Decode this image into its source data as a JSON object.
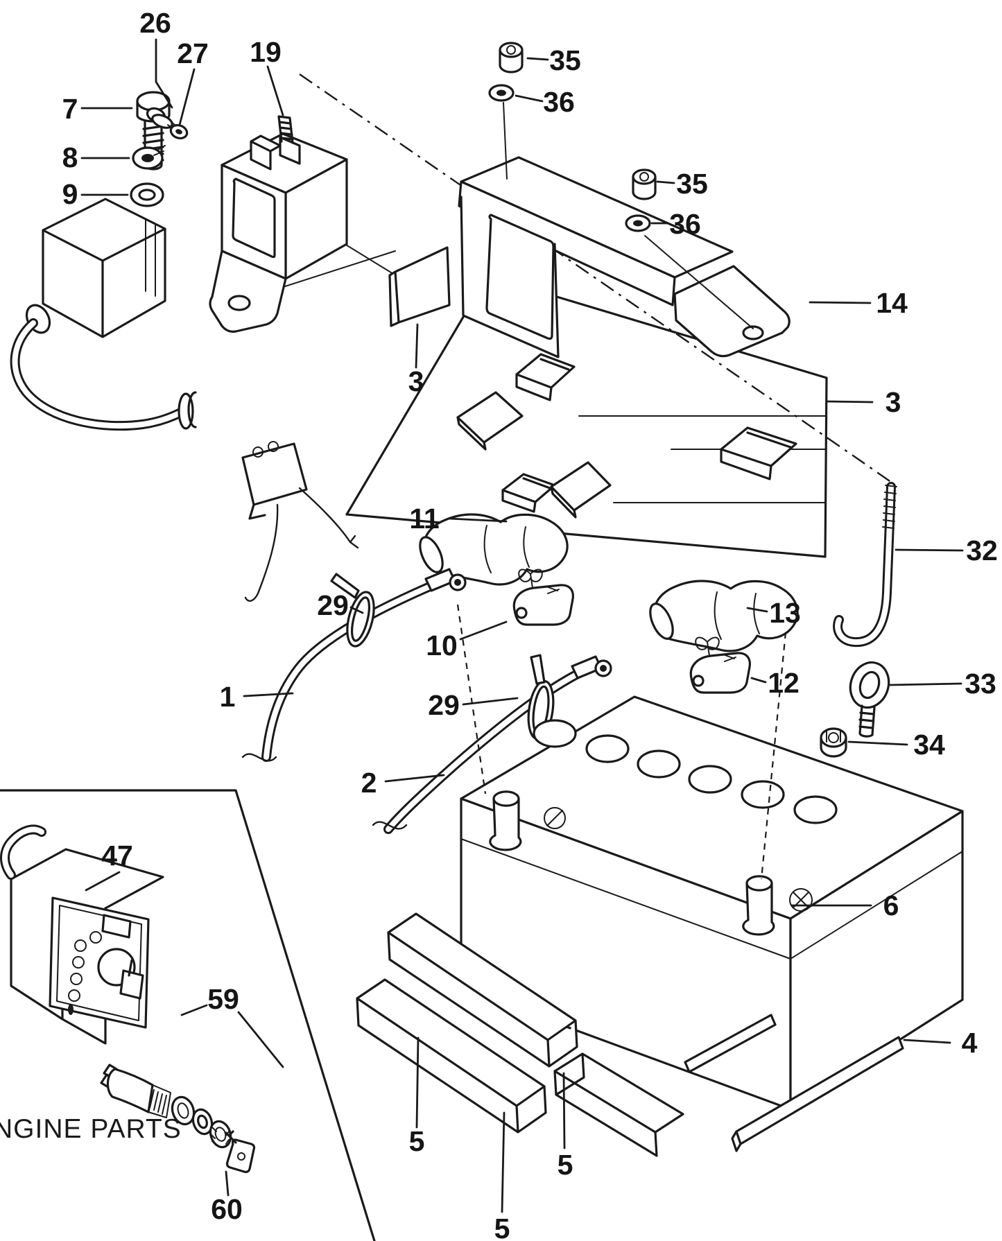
{
  "diagram": {
    "caption": "NGINE PARTS",
    "callouts": {
      "c1": "1",
      "c2": "2",
      "c3a": "3",
      "c3b": "3",
      "c4": "4",
      "c5a": "5",
      "c5b": "5",
      "c5c": "5",
      "c6": "6",
      "c7": "7",
      "c8": "8",
      "c9": "9",
      "c10": "10",
      "c11": "11",
      "c12": "12",
      "c13": "13",
      "c14": "14",
      "c19": "19",
      "c26": "26",
      "c27": "27",
      "c29a": "29",
      "c29b": "29",
      "c32": "32",
      "c33": "33",
      "c34": "34",
      "c35a": "35",
      "c35b": "35",
      "c36a": "36",
      "c36b": "36",
      "c47": "47",
      "c59": "59",
      "c60": "60"
    }
  }
}
